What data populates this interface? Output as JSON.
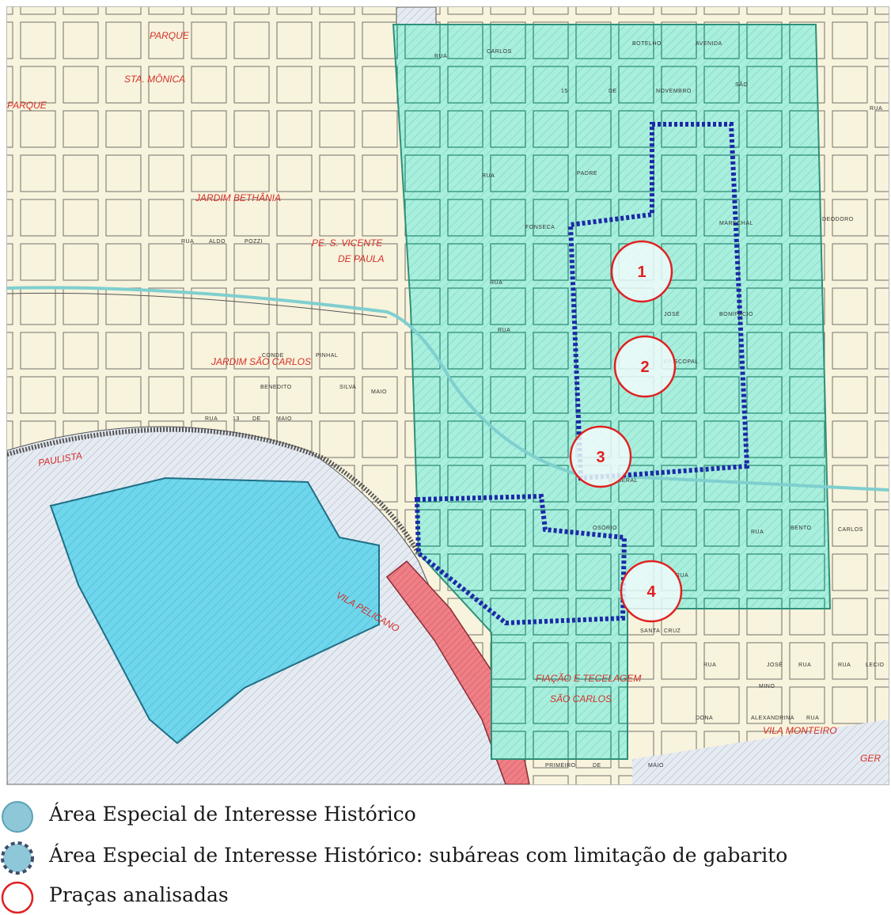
{
  "map": {
    "place_labels": [
      {
        "text": "PARQUE"
      },
      {
        "text": "STA. MÔNICA"
      },
      {
        "text": "PARQUE"
      },
      {
        "text": "JARDIM BETHÂNIA"
      },
      {
        "text": "PE. S. VICENTE"
      },
      {
        "text": "DE PAULA"
      },
      {
        "text": "JARDIM SÃO CARLOS"
      },
      {
        "text": "PAULISTA"
      },
      {
        "text": "VILA PELICANO"
      },
      {
        "text": "FIAÇÃO E TECELAGEM"
      },
      {
        "text": "SÃO CARLOS"
      },
      {
        "text": "VILA MONTEIRO"
      },
      {
        "text": "GER"
      }
    ],
    "street_labels": [
      {
        "text": "RUA"
      },
      {
        "text": "CARLOS"
      },
      {
        "text": "BOTELHO"
      },
      {
        "text": "AVENIDA"
      },
      {
        "text": "15"
      },
      {
        "text": "DE"
      },
      {
        "text": "NOVEMBRO"
      },
      {
        "text": "PADRE"
      },
      {
        "text": "RUA"
      },
      {
        "text": "MARECHAL"
      },
      {
        "text": "DEODORO"
      },
      {
        "text": "FONSECA"
      },
      {
        "text": "RUA"
      },
      {
        "text": "RUA"
      },
      {
        "text": "JOSÉ"
      },
      {
        "text": "BONIFÁCIO"
      },
      {
        "text": "EPISCOPAL"
      },
      {
        "text": "GENERAL"
      },
      {
        "text": "OSÓRIO"
      },
      {
        "text": "RUA"
      },
      {
        "text": "BENTO"
      },
      {
        "text": "CARLOS"
      },
      {
        "text": "RUA"
      },
      {
        "text": "SÃO"
      },
      {
        "text": "RUA"
      },
      {
        "text": "ALDO"
      },
      {
        "text": "POZZI"
      },
      {
        "text": "CONDE"
      },
      {
        "text": "PINHAL"
      },
      {
        "text": "BENEDITO"
      },
      {
        "text": "SILVA"
      },
      {
        "text": "MAIO"
      },
      {
        "text": "RUA"
      },
      {
        "text": "13"
      },
      {
        "text": "DE"
      },
      {
        "text": "MAIO"
      },
      {
        "text": "RUA"
      },
      {
        "text": "SANTA"
      },
      {
        "text": "CRUZ"
      },
      {
        "text": "RUA"
      },
      {
        "text": "JOSÉ"
      },
      {
        "text": "RUA"
      },
      {
        "text": "DONA"
      },
      {
        "text": "ALEXANDRINA"
      },
      {
        "text": "RUA"
      },
      {
        "text": "MINO"
      },
      {
        "text": "RUA"
      },
      {
        "text": "LECIO"
      },
      {
        "text": "PRIMEIRO"
      },
      {
        "text": "DE"
      },
      {
        "text": "MAIO"
      }
    ],
    "markers": [
      {
        "number": "1"
      },
      {
        "number": "2"
      },
      {
        "number": "3"
      },
      {
        "number": "4"
      }
    ],
    "colors": {
      "historic_area": "#a9efdd",
      "historic_stroke": "#2f8f7a",
      "subarea_border": "#1c2aa8",
      "marker_ring": "#e02020",
      "railway_area": "#6fd6ec",
      "industrial": "#ee7f86",
      "background": "#f8f3dc",
      "hatched_zone": "#dfe6ef"
    }
  },
  "legend": {
    "items": [
      {
        "label": "Área Especial de Interesse Histórico",
        "icon": "filled-circle-icon",
        "color": "#8ec7d8"
      },
      {
        "label": "Área Especial de Interesse Histórico: subáreas com limitação de gabarito",
        "icon": "dashed-circle-icon",
        "color": "#8ec7d8"
      },
      {
        "label": "Praças analisadas",
        "icon": "red-ring-icon",
        "color": "#e02020"
      }
    ]
  }
}
